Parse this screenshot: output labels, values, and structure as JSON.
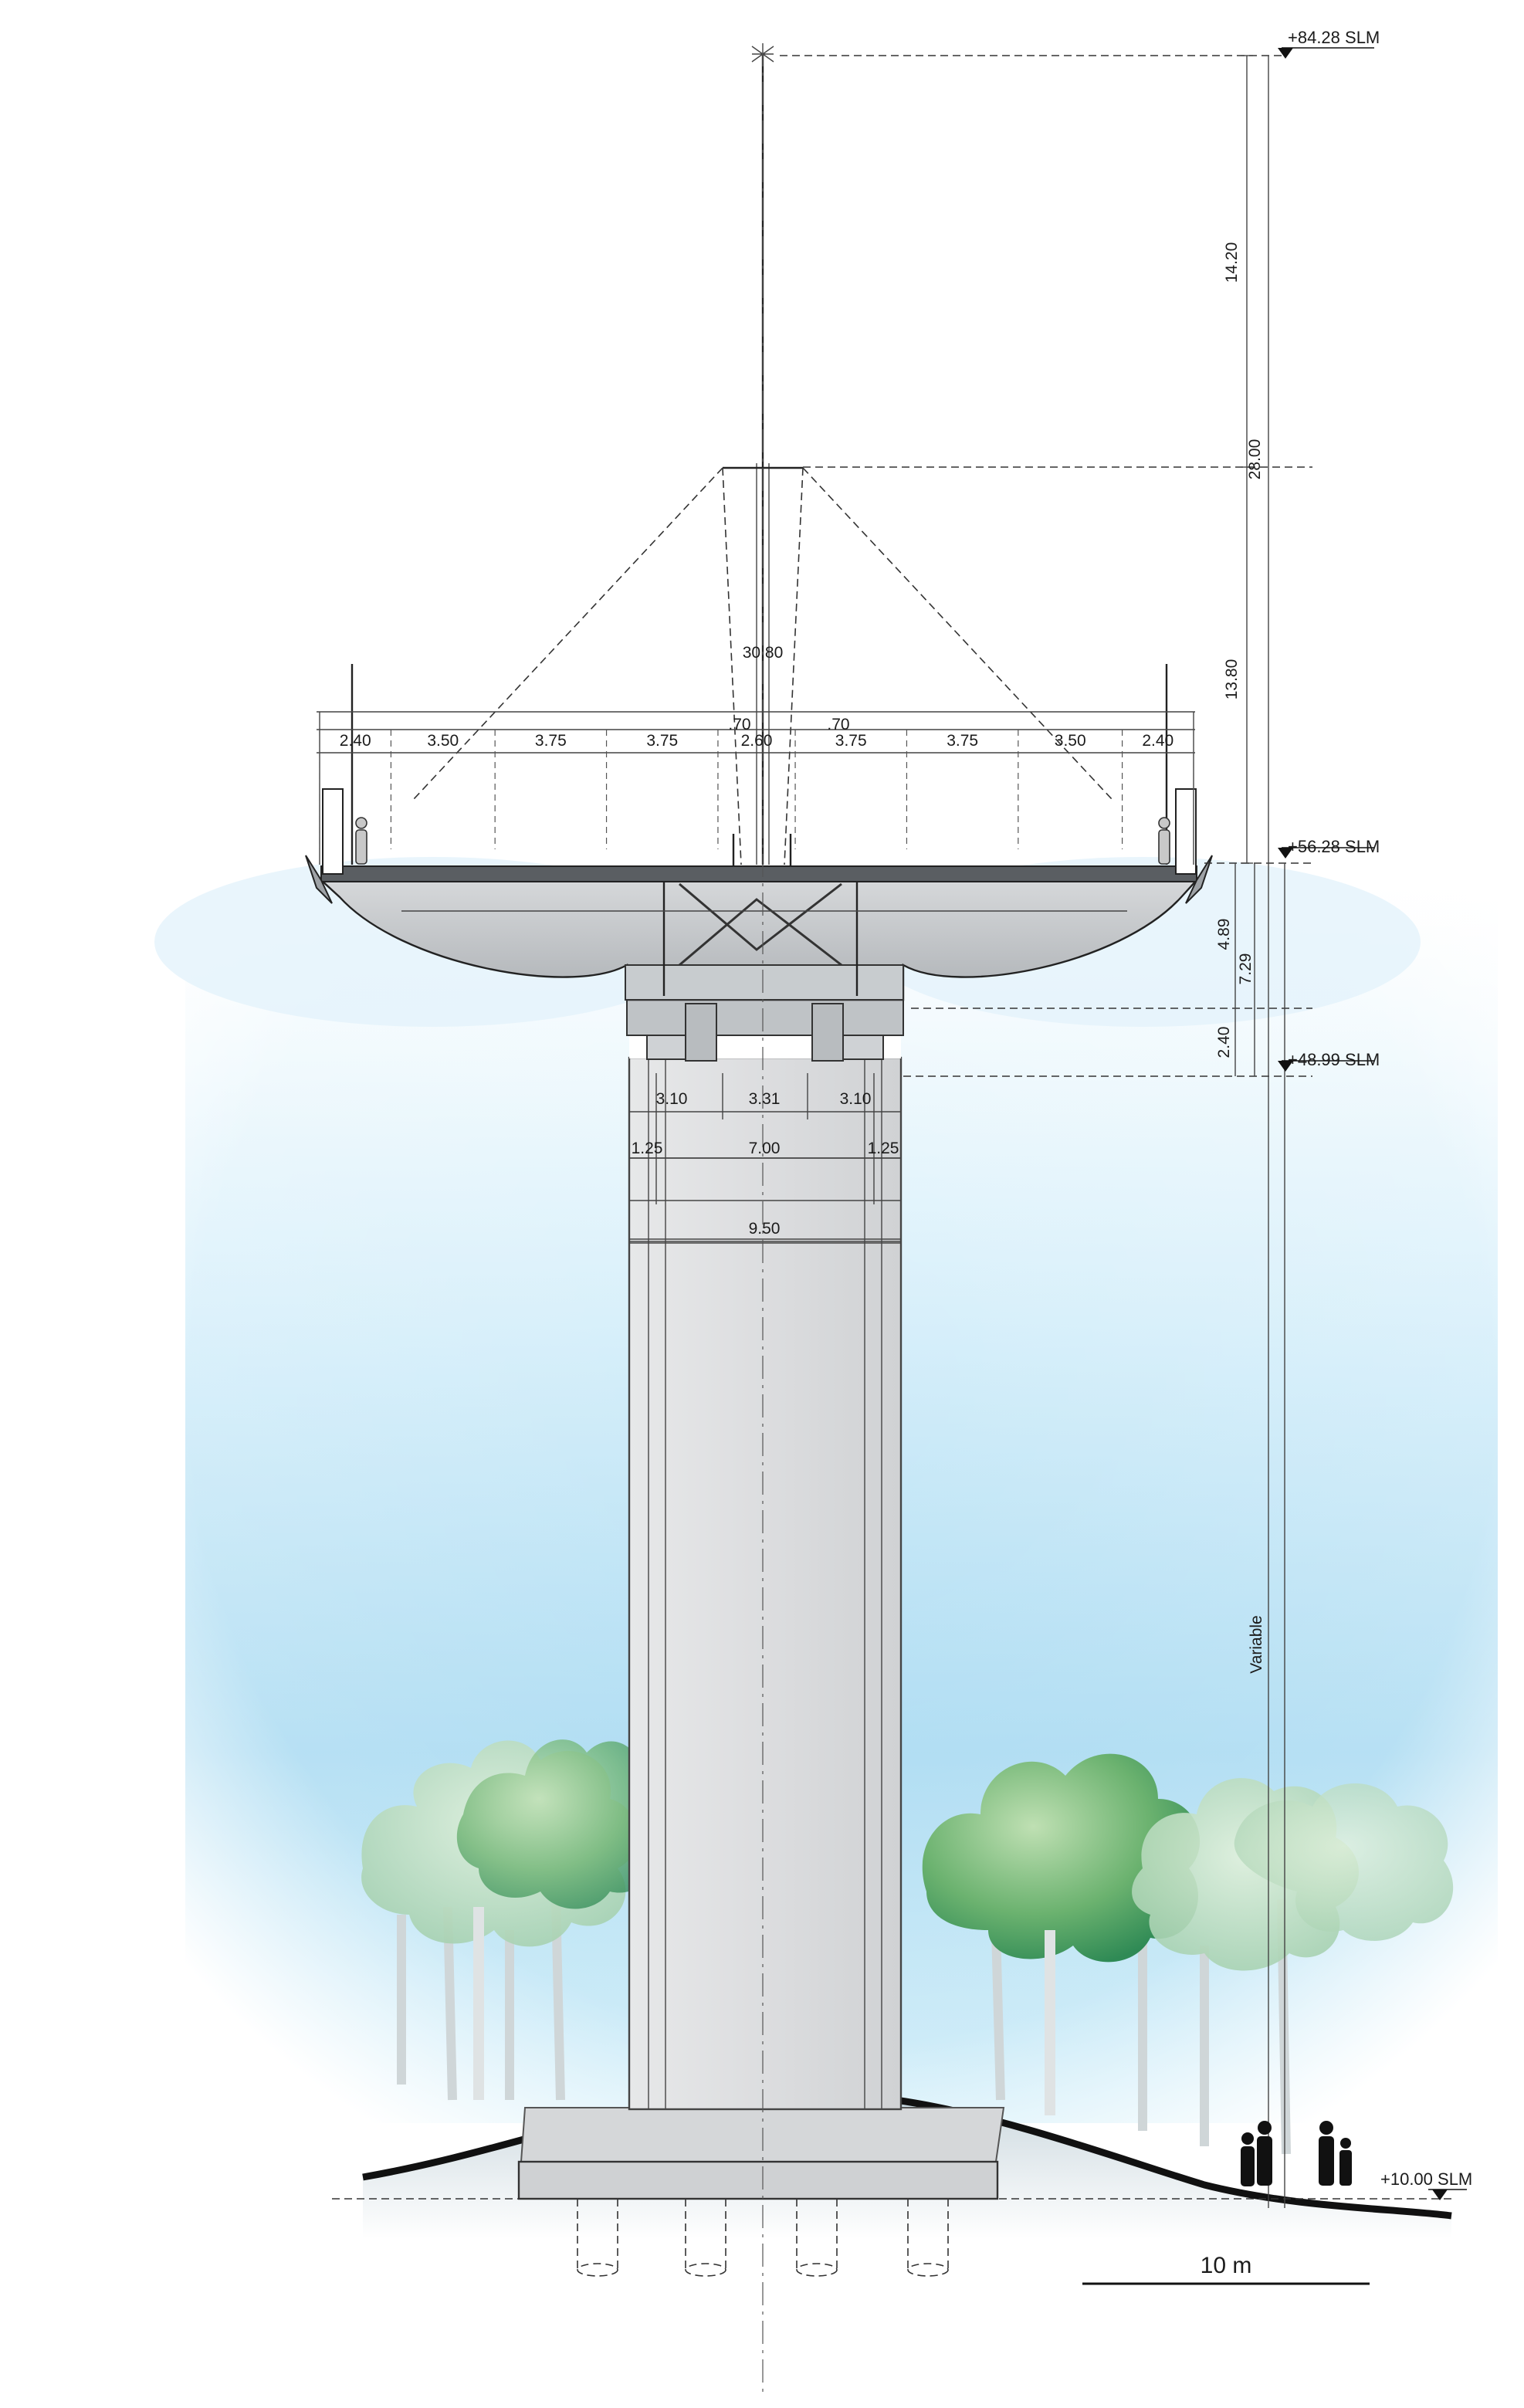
{
  "levels": {
    "top": "+84.28 SLM",
    "deck": "+56.28 SLM",
    "bearing": "+48.99 SLM",
    "ground": "+10.00 SLM"
  },
  "vertical_dims": {
    "mast_upper": "14.20",
    "mast_total": "28.00",
    "mast_lower": "13.80",
    "deck_depth": "4.89",
    "deck_total": "7.29",
    "crossbeam": "2.40",
    "pier_height": "Variable"
  },
  "deck_width_total": "30.80",
  "deck_spans": [
    "2.40",
    "3.50",
    "3.75",
    "3.75",
    "2.60",
    "3.75",
    "3.75",
    "3.50",
    "2.40"
  ],
  "deck_gaps": [
    ".70",
    ".70"
  ],
  "pier_dims": {
    "row1": [
      "3.10",
      "3.31",
      "3.10"
    ],
    "row2": [
      "1.25",
      "7.00",
      "1.25"
    ],
    "row3": "9.50"
  },
  "scale_bar": "10 m"
}
